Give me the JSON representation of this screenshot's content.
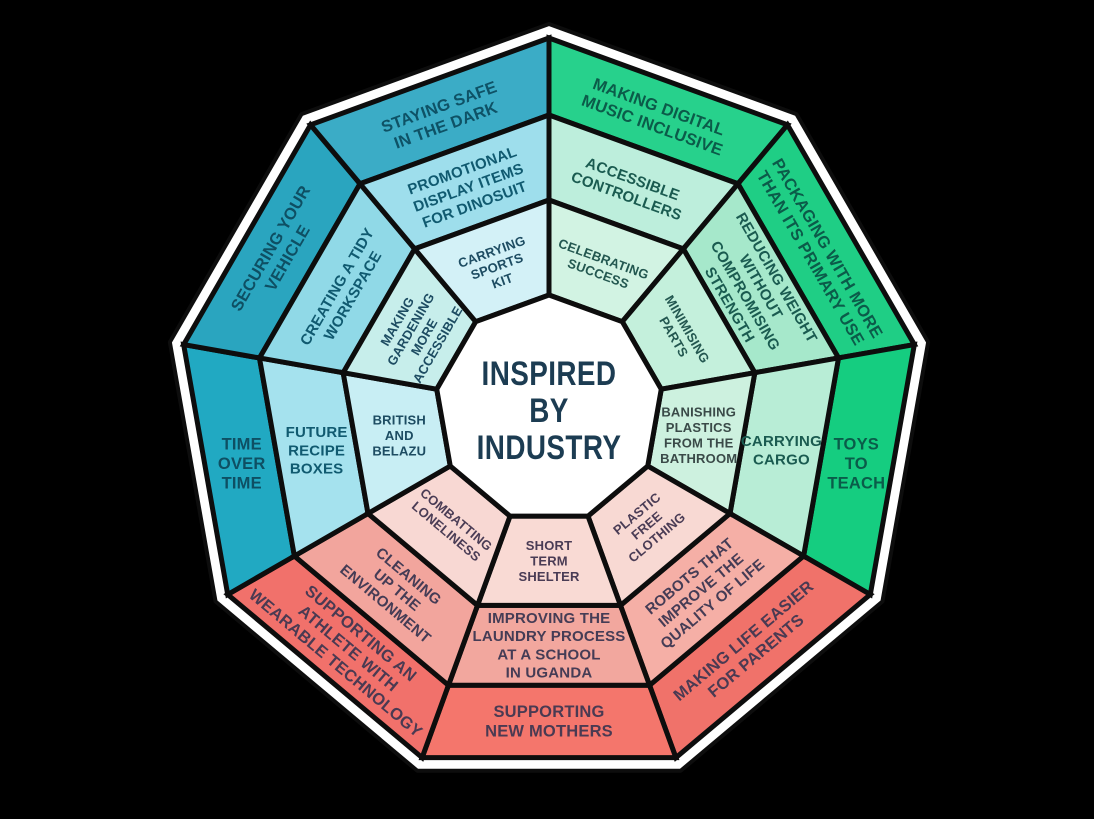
{
  "diagram": {
    "type": "ring-wheel",
    "sides": 9,
    "segment_order": "clockwise from 12 o'clock vertex",
    "background_color": "#000000",
    "border_band_color": "#ffffff",
    "outline_color": "#0d0d0d"
  },
  "wheel": {
    "center": {
      "title": "INSPIRED\nBY\nINDUSTRY",
      "fill": "#ffffff",
      "text_color": "#1c3c52"
    },
    "rings": [
      {
        "name": "outer",
        "segments": [
          {
            "label": "MAKING DIGITAL\nMUSIC INCLUSIVE",
            "color": "#27d18c",
            "text_color": "#0b5b49"
          },
          {
            "label": "PACKAGING WITH MORE\nTHAN ITS PRIMARY USE",
            "color": "#1fce85",
            "text_color": "#0b5b49"
          },
          {
            "label": "TOYS\nTO\nTEACH",
            "color": "#15cd80",
            "text_color": "#0a5c49"
          },
          {
            "label": "MAKING LIFE EASIER\nFOR PARENTS",
            "color": "#f0726a",
            "text_color": "#4a3a52"
          },
          {
            "label": "SUPPORTING\nNEW MOTHERS",
            "color": "#f4766c",
            "text_color": "#4a3a52"
          },
          {
            "label": "SUPPORTING AN\nATHLETE WITH\nWEARABLE TECHNOLOGY",
            "color": "#f1716b",
            "text_color": "#4a3a52"
          },
          {
            "label": "TIME\nOVER\nTIME",
            "color": "#21a9c2",
            "text_color": "#0e4f63"
          },
          {
            "label": "SECURING YOUR\nVEHICLE",
            "color": "#2aa5bf",
            "text_color": "#0e4f63"
          },
          {
            "label": "STAYING SAFE\nIN THE DARK",
            "color": "#3bacc6",
            "text_color": "#0e5266"
          }
        ]
      },
      {
        "name": "middle",
        "segments": [
          {
            "label": "ACCESSIBLE\nCONTROLLERS",
            "color": "#bdeedc",
            "text_color": "#1a5b50"
          },
          {
            "label": "REDUCING WEIGHT\nWITHOUT\nCOMPROMISING\nSTRENGTH",
            "color": "#a6e8cb",
            "text_color": "#1a5b50"
          },
          {
            "label": "CARRYING\nCARGO",
            "color": "#b8edd6",
            "text_color": "#1a5b50"
          },
          {
            "label": "ROBOTS THAT\nIMPROVE THE\nQUALITY OF LIFE",
            "color": "#f5afa6",
            "text_color": "#453c55"
          },
          {
            "label": "IMPROVING THE\nLAUNDRY PROCESS\nAT A SCHOOL\nIN UGANDA",
            "color": "#f2a79e",
            "text_color": "#453c55"
          },
          {
            "label": "CLEANING\nUP THE\nENVIRONMENT",
            "color": "#f2a59d",
            "text_color": "#453c55"
          },
          {
            "label": "FUTURE\nRECIPE\nBOXES",
            "color": "#a5e2ee",
            "text_color": "#105a70"
          },
          {
            "label": "CREATING A TIDY\nWORKSPACE",
            "color": "#90d9e7",
            "text_color": "#105a70"
          },
          {
            "label": "PROMOTIONAL\nDISPLAY ITEMS\nFOR DINOSUIT",
            "color": "#9edeec",
            "text_color": "#105a70"
          }
        ]
      },
      {
        "name": "inner",
        "segments": [
          {
            "label": "CELEBRATING\nSUCCESS",
            "color": "#d2f3e3",
            "text_color": "#235750"
          },
          {
            "label": "MINIMISING\nPARTS",
            "color": "#c4f0dc",
            "text_color": "#235750"
          },
          {
            "label": "BANISHING\nPLASTICS\nFROM THE\nBATHROOM",
            "color": "#cdf1df",
            "text_color": "#3a4a48"
          },
          {
            "label": "PLASTIC\nFREE\nCLOTHING",
            "color": "#f8d9d3",
            "text_color": "#4a3c55"
          },
          {
            "label": "SHORT\nTERM\nSHELTER",
            "color": "#f9dad4",
            "text_color": "#4a3c55"
          },
          {
            "label": "COMBATTING\nLONELINESS",
            "color": "#f8d8d3",
            "text_color": "#4a3c55"
          },
          {
            "label": "BRITISH\nAND\nBELAZU",
            "color": "#c8eef4",
            "text_color": "#1d4c62"
          },
          {
            "label": "MAKING\nGARDENING\nMORE\nACCESSIBLE",
            "color": "#c7eeeb",
            "text_color": "#1d4c62"
          },
          {
            "label": "CARRYING\nSPORTS\nKIT",
            "color": "#d3f1f7",
            "text_color": "#1d4c62"
          }
        ]
      }
    ]
  }
}
